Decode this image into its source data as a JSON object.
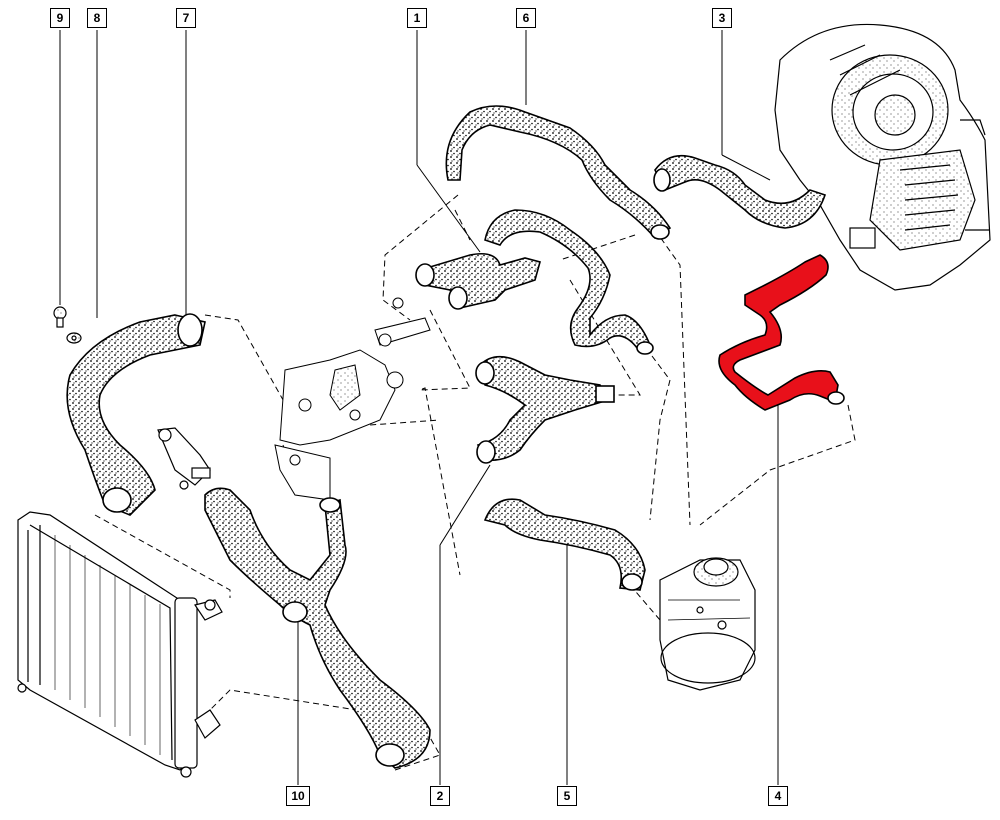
{
  "callouts": {
    "c1": "1",
    "c2": "2",
    "c3": "3",
    "c4": "4",
    "c5": "5",
    "c6": "6",
    "c7": "7",
    "c8": "8",
    "c9": "9",
    "c10": "10"
  },
  "colors": {
    "highlight": "#e8101a",
    "ink": "#000000",
    "background": "#ffffff"
  },
  "highlighted_part": "4"
}
